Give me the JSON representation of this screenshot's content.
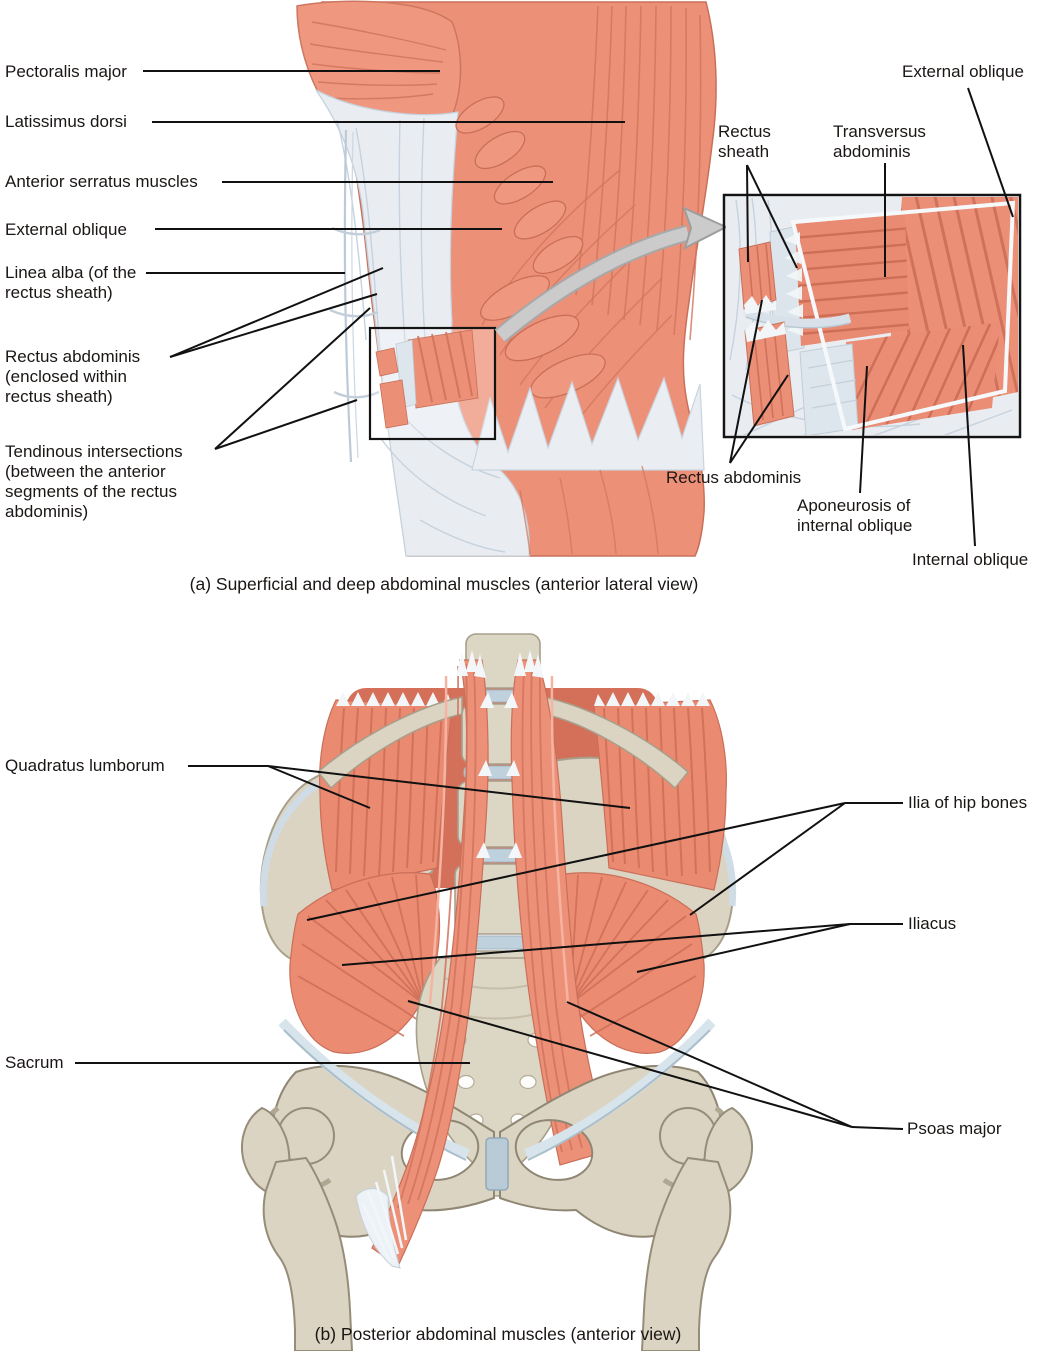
{
  "figure_title": "Abdominal muscles diagram",
  "colors": {
    "muscle": "#ED9078",
    "muscle_dark": "#CE6E57",
    "muscle_light": "#F6B3A1",
    "fascia": "#E9EDF2",
    "fascia_line": "#C6D2DD",
    "bone": "#DBD4C2",
    "bone_outline": "#968D79",
    "ligament_blue": "#C9D9E4",
    "arrow_gray": "#CBCBCB",
    "leader_line": "#111111",
    "text": "#1A1614"
  },
  "panel_a": {
    "caption": "(a) Superficial and deep abdominal muscles (anterior lateral view)",
    "labels": {
      "pectoralis_major": "Pectoralis major",
      "latissimus_dorsi": "Latissimus dorsi",
      "anterior_serratus": "Anterior serratus muscles",
      "external_oblique_left": "External oblique",
      "linea_alba": "Linea alba (of the\nrectus sheath)",
      "rectus_abdominis_left": "Rectus abdominis\n(enclosed within\n rectus sheath)",
      "tendinous_intersections": "Tendinous intersections\n(between the anterior\nsegments of the rectus\nabdominis)",
      "rectus_sheath": "Rectus\nsheath",
      "transversus_abdominis": "Transversus\nabdominis",
      "external_oblique_inset": "External oblique",
      "rectus_abdominis_inset": "Rectus abdominis",
      "aponeurosis_internal_oblique": "Aponeurosis of\ninternal oblique",
      "internal_oblique": "Internal oblique"
    }
  },
  "panel_b": {
    "caption": "(b) Posterior abdominal muscles (anterior view)",
    "labels": {
      "quadratus_lumborum": "Quadratus lumborum",
      "ilia_of_hip_bones": "Ilia of hip bones",
      "iliacus": "Iliacus",
      "sacrum": "Sacrum",
      "psoas_major": "Psoas major"
    }
  }
}
